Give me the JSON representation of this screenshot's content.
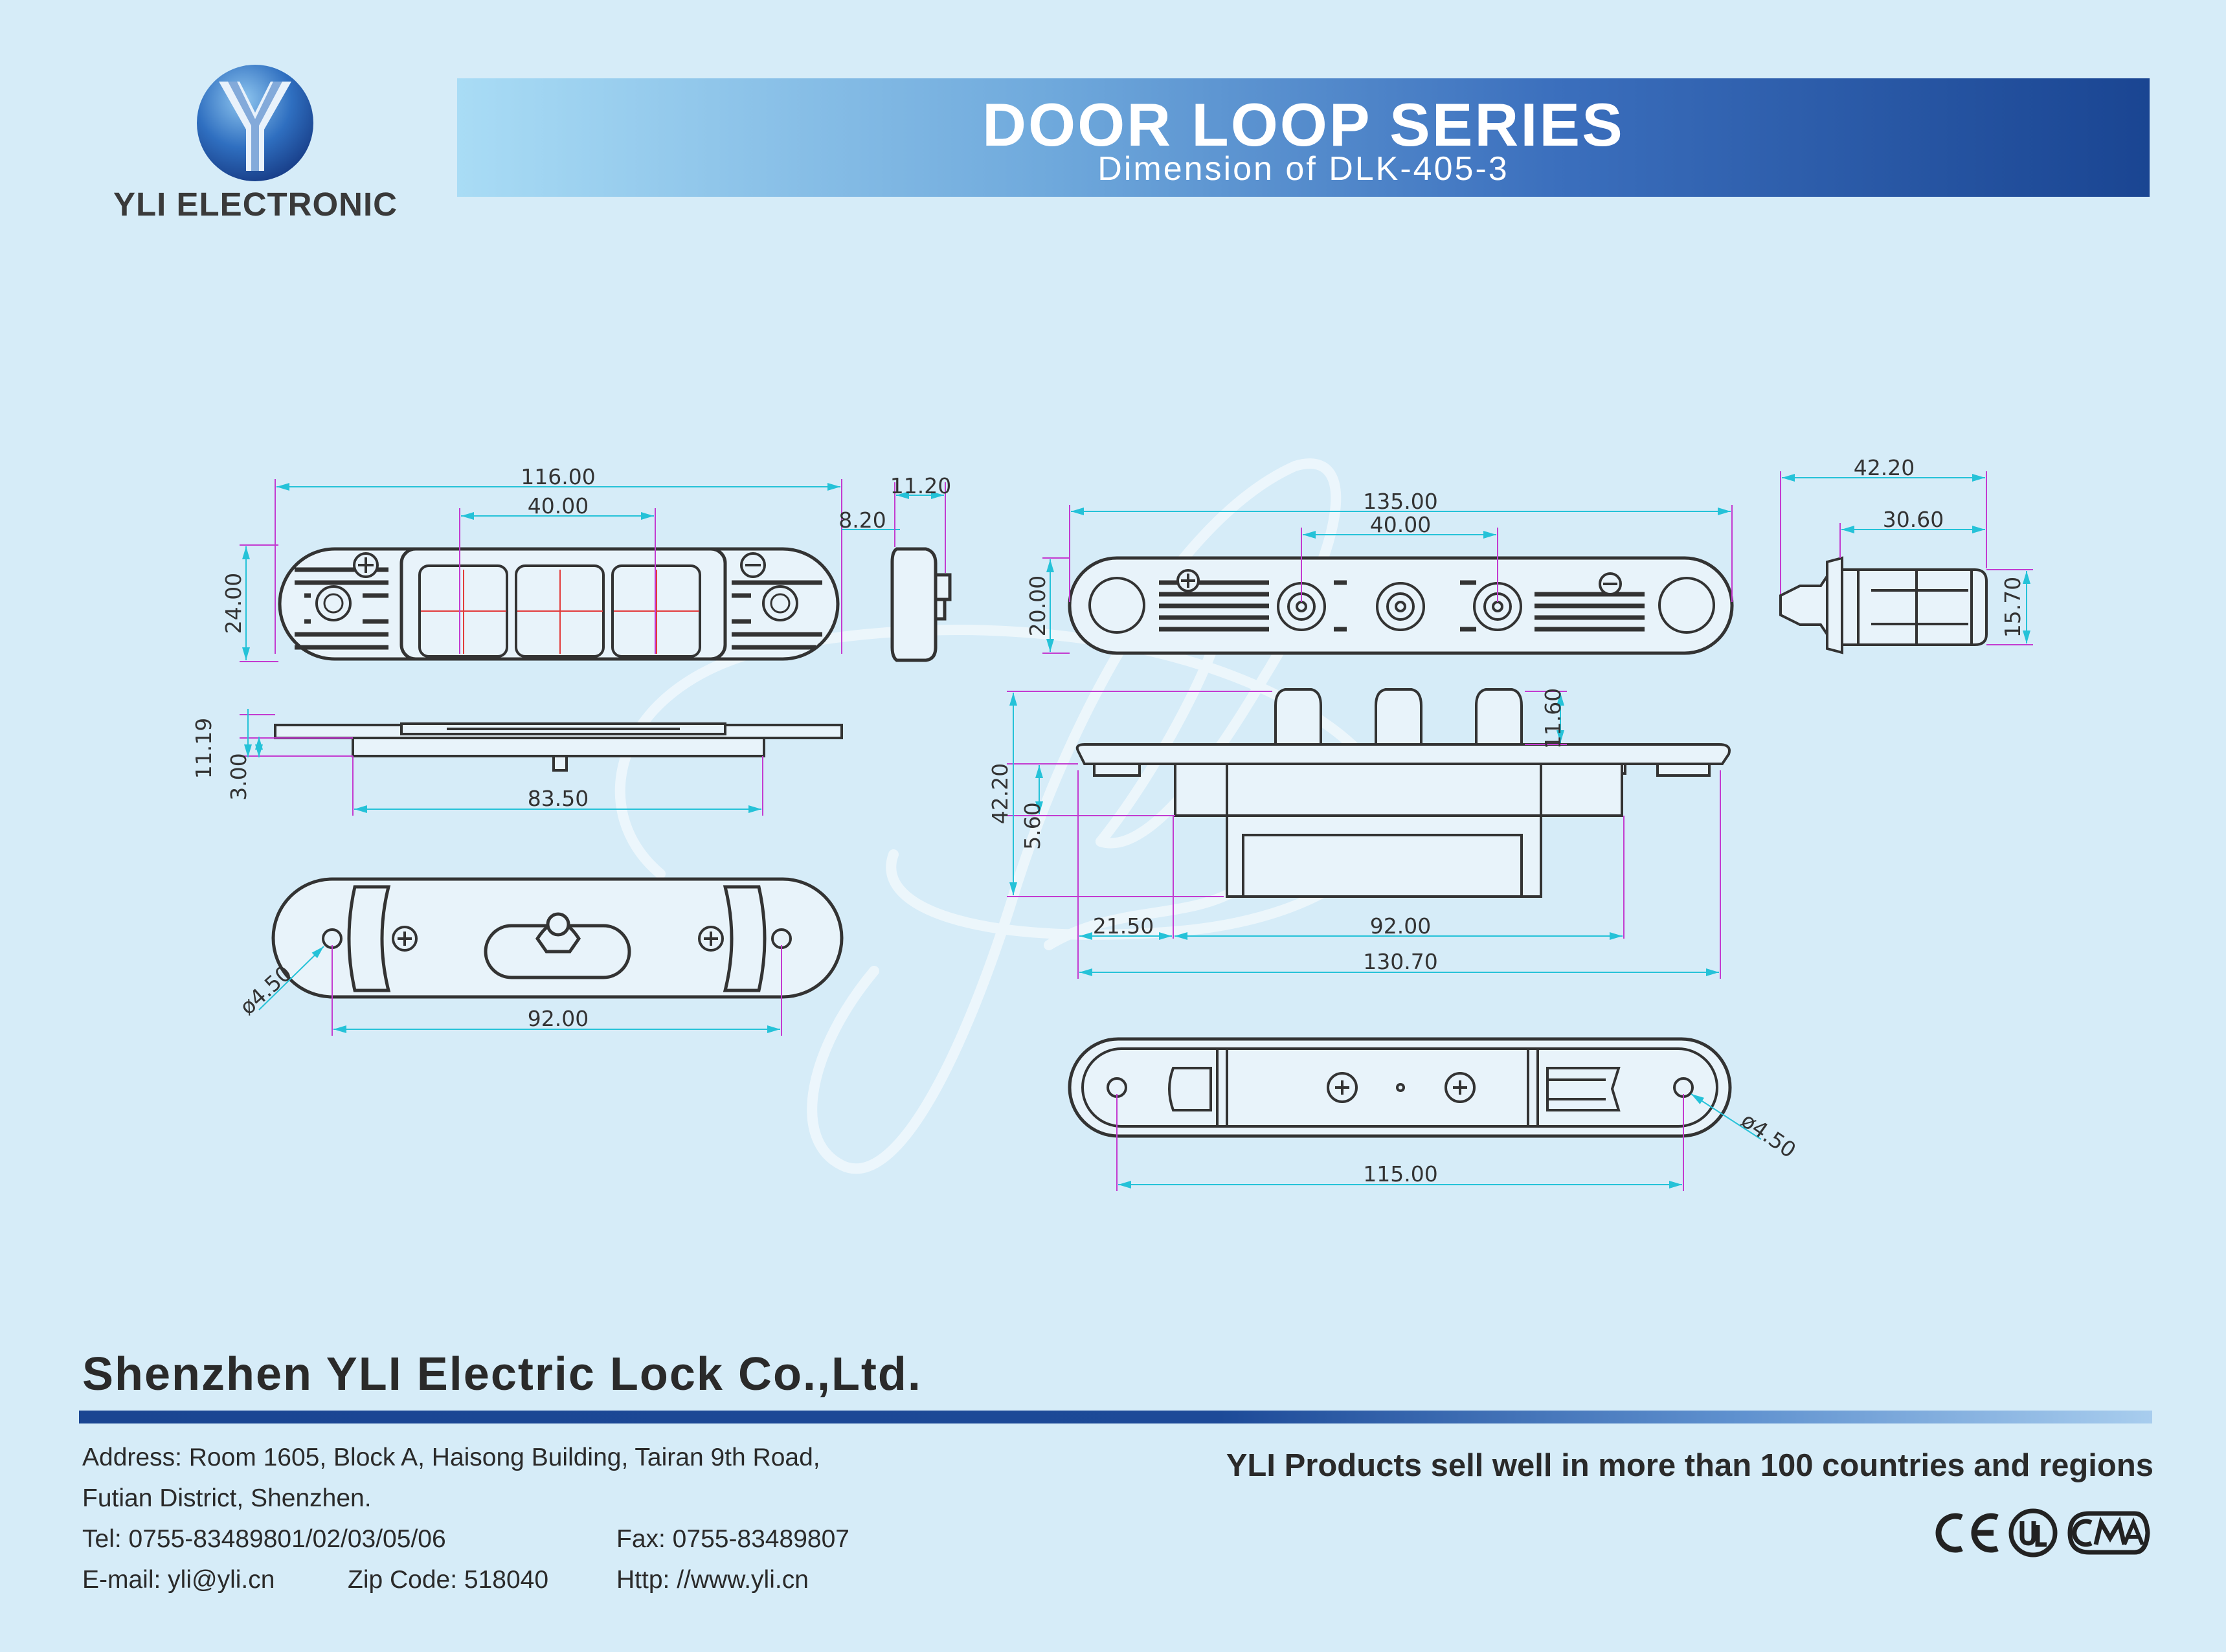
{
  "header": {
    "brand": "YLI ELECTRONIC",
    "title": "DOOR LOOP SERIES",
    "subtitle": "Dimension of DLK-405-3"
  },
  "drawing": {
    "view_a_top": {
      "overall": "116.00",
      "pitch": "40.00",
      "height": "24.00",
      "offset": "8.20"
    },
    "view_a_side": {
      "depth": "11.20"
    },
    "view_a_profile": {
      "height": "11.19",
      "step": "3.00",
      "width": "83.50"
    },
    "view_a_back": {
      "hole": "ø4.50",
      "spacing": "92.00"
    },
    "view_b_top": {
      "overall": "135.00",
      "pitch": "40.00",
      "height": "20.00"
    },
    "view_b_side": {
      "overall": "42.20",
      "body": "30.60",
      "height": "15.70"
    },
    "view_b_profile": {
      "total_height": "42.20",
      "pin_height": "11.60",
      "step": "5.60",
      "left": "21.50",
      "middle": "92.00",
      "overall": "130.70"
    },
    "view_b_back": {
      "hole": "ø4.50",
      "spacing": "115.00"
    },
    "colors": {
      "outline": "#333333",
      "dimension_line": "#25c2d8",
      "extension_line": "#c33bd0",
      "center_line": "#e23a3a",
      "watermark": "#ffffff"
    }
  },
  "footer": {
    "company": "Shenzhen YLI Electric Lock Co.,Ltd.",
    "address_1": "Address: Room 1605, Block A, Haisong Building, Tairan 9th Road,",
    "address_2": "Futian District, Shenzhen.",
    "tel": "Tel: 0755-83489801/02/03/05/06",
    "fax": "Fax: 0755-83489807",
    "email": "E-mail: yli@yli.cn",
    "zip": "Zip Code: 518040",
    "web": "Http: //www.yli.cn",
    "slogan": "YLI Products sell well in more than 100 countries and regions",
    "certifications": [
      "CE",
      "UL",
      "CMA"
    ]
  }
}
